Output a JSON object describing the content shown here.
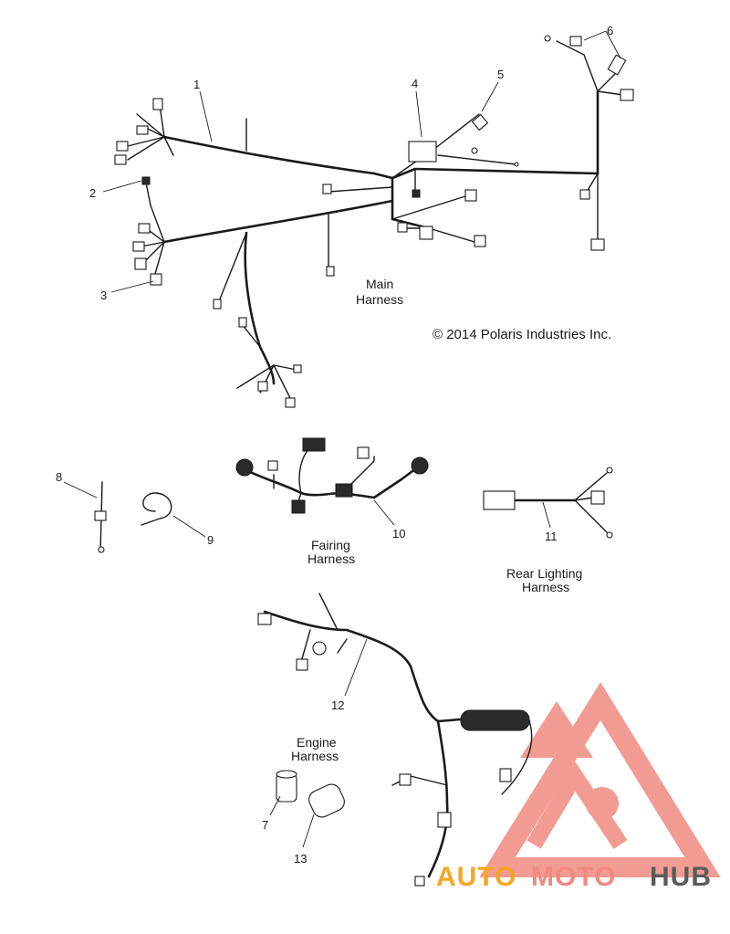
{
  "copyright": "© 2014 Polaris Industries Inc.",
  "labels": {
    "main_line1": "Main",
    "main_line2": "Harness",
    "fairing_line1": "Fairing",
    "fairing_line2": "Harness",
    "rear_line1": "Rear Lighting",
    "rear_line2": "Harness",
    "engine_line1": "Engine",
    "engine_line2": "Harness"
  },
  "callouts": {
    "c1": "1",
    "c2": "2",
    "c3": "3",
    "c4": "4",
    "c5": "5",
    "c6": "6",
    "c7": "7",
    "c8": "8",
    "c9": "9",
    "c10": "10",
    "c11": "11",
    "c12": "12",
    "c13": "13"
  },
  "watermark": {
    "part_auto": "AUTO",
    "part_moto": "MOTO",
    "part_hub": "HUB",
    "color_auto": "#f5a623",
    "color_moto": "#f08a80",
    "color_hub": "#5b5b5b",
    "logo_color": "#f08a80"
  }
}
